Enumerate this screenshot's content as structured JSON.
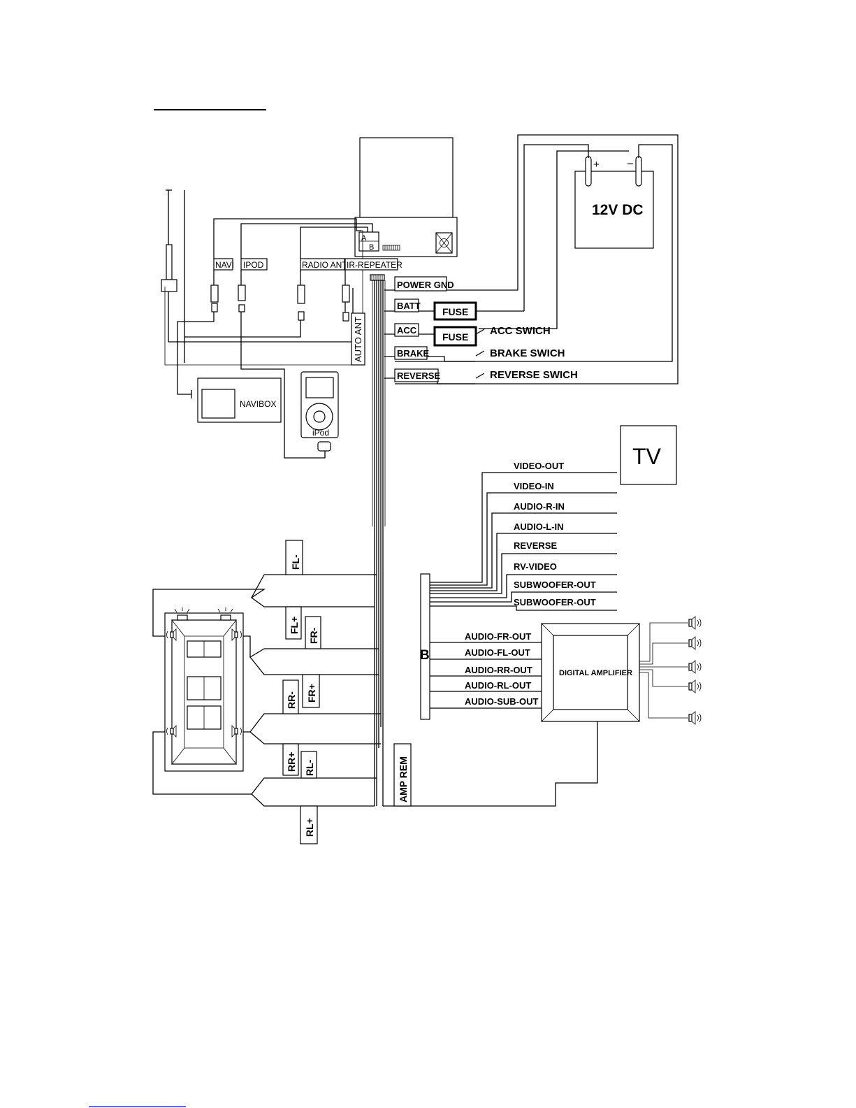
{
  "head_unit": {
    "connector_a": "A",
    "connector_b": "B"
  },
  "battery": {
    "label": "12V DC",
    "plus": "+",
    "minus": "−"
  },
  "antenna_ports": [
    "NAVI",
    "IPOD",
    "RADIO ANT",
    "IR-REPEATER"
  ],
  "auto_ant": "AUTO ANT",
  "navibox": "NAVIBOX",
  "ipod": "iPod",
  "power_wires": {
    "power_gnd": "POWER GND",
    "batt": "BATT",
    "acc": "ACC",
    "brake": "BRAKE",
    "reverse": "REVERSE"
  },
  "fuse_label": "FUSE",
  "switches": {
    "acc": "ACC SWICH",
    "brake": "BRAKE SWICH",
    "reverse": "REVERSE SWICH"
  },
  "tv": "TV",
  "av_lines": [
    "VIDEO-OUT",
    "VIDEO-IN",
    "AUDIO-R-IN",
    "AUDIO-L-IN",
    "REVERSE",
    "RV-VIDEO",
    "SUBWOOFER-OUT",
    "SUBWOOFER-OUT"
  ],
  "connector_b_label": "B",
  "audio_outs": [
    "AUDIO-FR-OUT",
    "AUDIO-FL-OUT",
    "AUDIO-RR-OUT",
    "AUDIO-RL-OUT",
    "AUDIO-SUB-OUT"
  ],
  "amplifier": "DIGITAL AMPLIFIER",
  "speaker_wires": {
    "fl_minus": "FL-",
    "fl_plus": "FL+",
    "fr_minus": "FR-",
    "fr_plus": "FR+",
    "rr_minus": "RR-",
    "rr_plus": "RR+",
    "rl_minus": "RL-",
    "rl_plus": "RL+"
  },
  "amp_rem": "AMP REM"
}
